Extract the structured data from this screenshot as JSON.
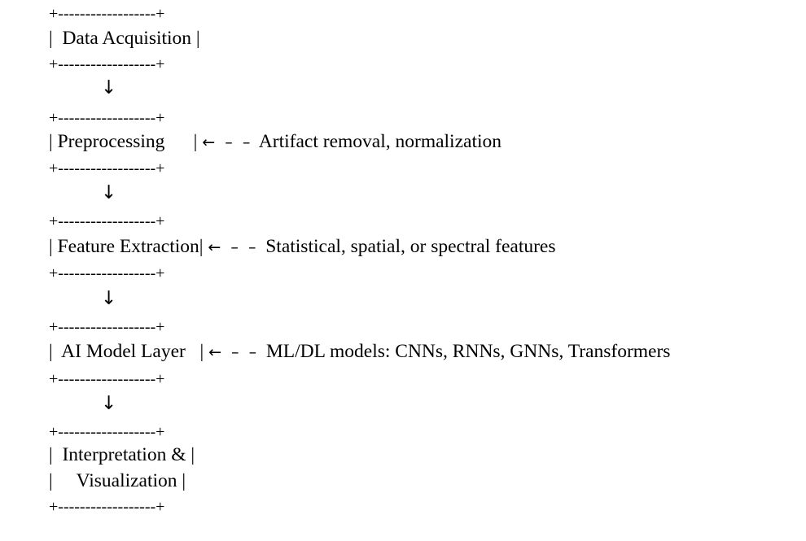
{
  "border": "+------------------+",
  "down_arrow": "↓",
  "steps": [
    {
      "lines": [
        "|  Data Acquisition |"
      ]
    },
    {
      "lines": [
        "| Preprocessing      |"
      ],
      "note_arrow": "←  –  –",
      "note": "Artifact removal, normalization"
    },
    {
      "lines": [
        "| Feature Extraction|"
      ],
      "note_arrow": "←  –  –",
      "note": "Statistical, spatial, or spectral features"
    },
    {
      "lines": [
        "|  AI Model Layer   |"
      ],
      "note_arrow": "←  –  –",
      "note": "ML/DL models: CNNs, RNNs, GNNs, Transformers"
    },
    {
      "lines": [
        "|  Interpretation & |",
        "|     Visualization |"
      ]
    }
  ]
}
